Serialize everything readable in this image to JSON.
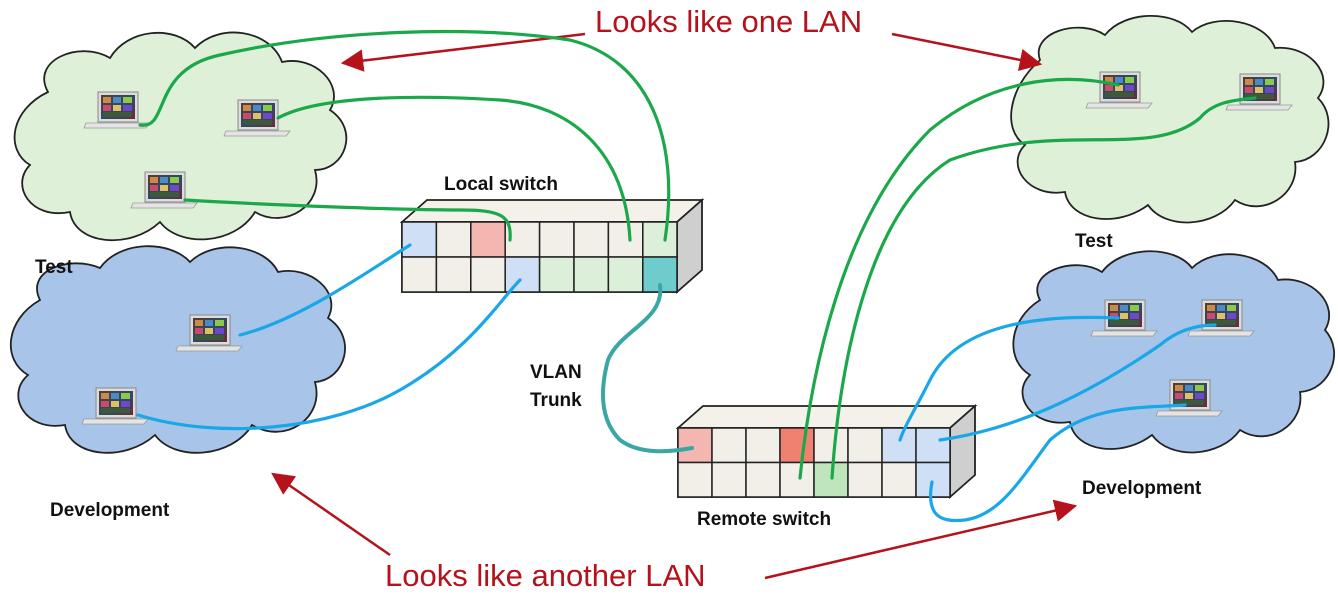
{
  "callouts": {
    "top": "Looks like one LAN",
    "bottom": "Looks like another LAN"
  },
  "labels": {
    "test_left": "Test",
    "test_right": "Test",
    "dev_left": "Development",
    "dev_right": "Development",
    "local_switch": "Local switch",
    "remote_switch": "Remote switch",
    "vlan_trunk_line1": "VLAN",
    "vlan_trunk_line2": "Trunk"
  },
  "colors": {
    "test_cloud": "#dff0d8",
    "dev_cloud": "#a8c4e8",
    "test_link": "#1aa84a",
    "dev_link": "#1aa7e8",
    "trunk_link": "#3aa6a6",
    "callout_red": "#b5121b",
    "port_red": "#f4b6b0",
    "port_red_strong": "#f08070",
    "port_green": "#dcefd8",
    "port_green_strong": "#bfe5bc",
    "port_blue": "#cfdff5",
    "port_teal": "#6fcccc"
  },
  "icons": [
    "laptop-icon"
  ]
}
